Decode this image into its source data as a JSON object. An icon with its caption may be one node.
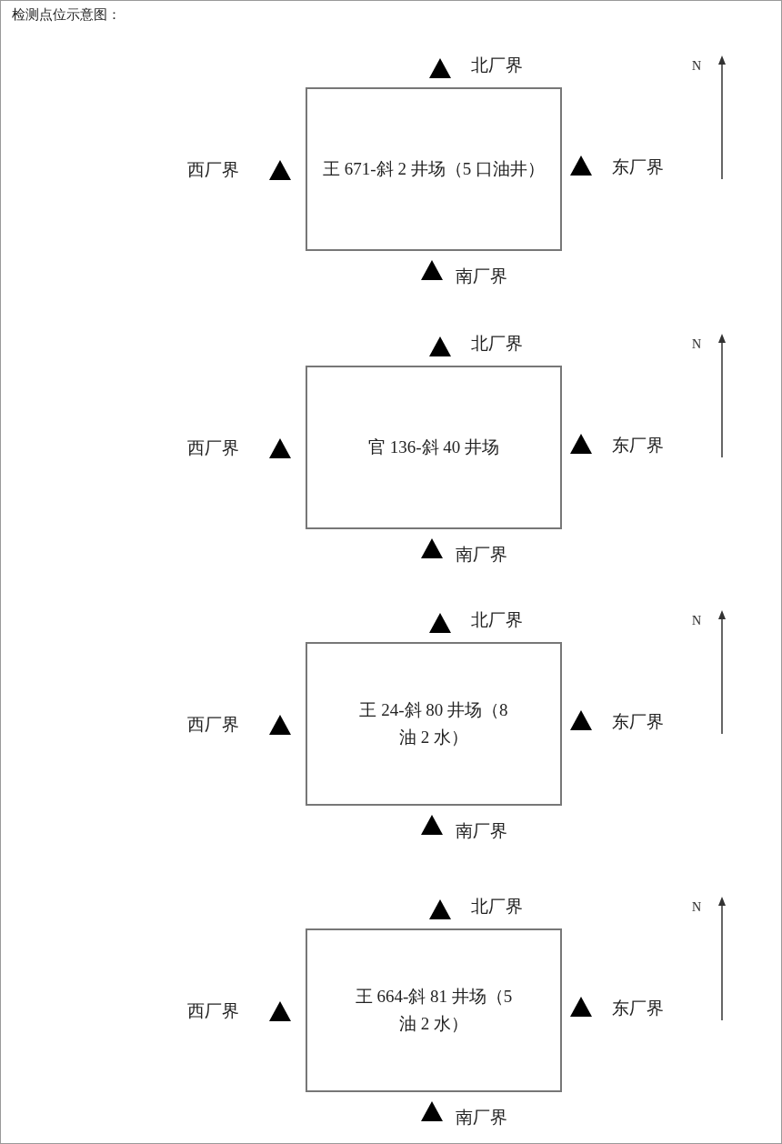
{
  "diagram": {
    "title": "检测点位示意图：",
    "nodes": [
      {
        "text": [
          "王 671-斜 2 井场（5 口油井）"
        ]
      },
      {
        "text": [
          "官 136-斜 40 井场"
        ]
      },
      {
        "text": [
          "王 24-斜 80 井场（8 油 2 水）"
        ]
      },
      {
        "text": [
          "王 664-斜 81 井场（5 油 2 水）"
        ]
      }
    ],
    "edges": [],
    "labels": [
      "北厂界",
      "N",
      "西厂界",
      "东厂界",
      "南厂界",
      "北厂界",
      "N",
      "西厂界",
      "东厂界",
      "南厂界",
      "北厂界",
      "N",
      "西厂界",
      "东厂界",
      "南厂界",
      "北厂界",
      "N",
      "西厂界",
      "东厂界",
      "南厂界"
    ]
  }
}
